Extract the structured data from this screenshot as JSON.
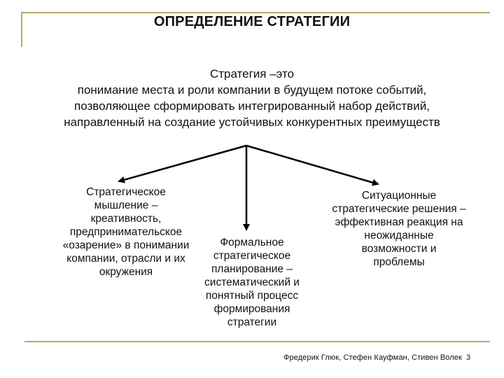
{
  "title": "ОПРЕДЕЛЕНИЕ СТРАТЕГИИ",
  "definition": {
    "lines": [
      "Стратегия –это",
      "понимание места и роли компании в будущем потоке событий,",
      "позволяющее сформировать интегрированный набор действий,",
      "направленный на создание устойчивых конкурентных преимуществ"
    ]
  },
  "branches": {
    "left": {
      "lines": [
        "Стратегическое",
        "мышление –",
        "креативность,",
        "предпринимательское",
        "«озарение» в понимании",
        "компании, отрасли и их",
        "окружения"
      ]
    },
    "center": {
      "lines": [
        "Формальное",
        "стратегическое",
        "планирование –",
        "систематический и",
        "понятный процесс",
        "формирования",
        "стратегии"
      ]
    },
    "right": {
      "lines": [
        "Ситуационные",
        "стратегические решения –",
        "эффективная реакция на",
        "неожиданные",
        "возможности и",
        "проблемы"
      ]
    }
  },
  "citation": "Фредерик Глюк, Стефен Кауфман, Стивен Вол",
  "citation_tail": "ек",
  "page_number": "3",
  "colors": {
    "frame": "#b8a96a",
    "text": "#111111",
    "lines": "#000000"
  }
}
